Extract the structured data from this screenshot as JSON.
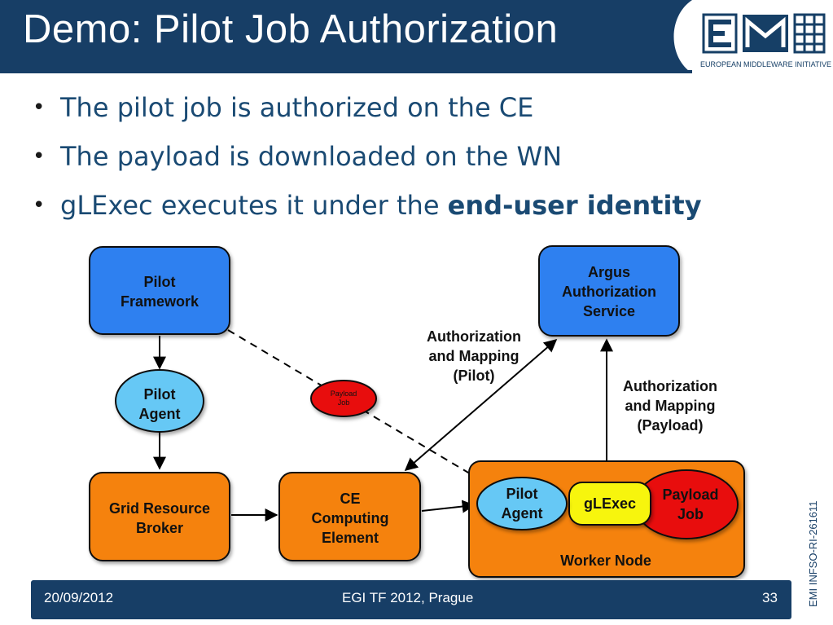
{
  "slide": {
    "title": "Demo: Pilot Job Authorization",
    "logo_text": "EUROPEAN MIDDLEWARE INITIATIVE",
    "bullets": [
      {
        "text": "The pilot job is authorized on the CE"
      },
      {
        "text": "The payload is downloaded on the WN"
      },
      {
        "text": "gLExec executes it under the ",
        "bold": "end-user identity"
      }
    ]
  },
  "diagram": {
    "pilot_framework": [
      "Pilot",
      "Framework"
    ],
    "argus": [
      "Argus",
      "Authorization",
      "Service"
    ],
    "pilot_agent_top": [
      "Pilot",
      "Agent"
    ],
    "payload_job_small": [
      "Payload",
      "Job"
    ],
    "grid_broker": [
      "Grid Resource",
      "Broker"
    ],
    "ce": [
      "CE",
      "Computing",
      "Element"
    ],
    "pilot_agent_wn": [
      "Pilot",
      "Agent"
    ],
    "glexec": "gLExec",
    "payload_job_big": [
      "Payload",
      "Job"
    ],
    "worker_node": "Worker Node",
    "auth_pilot": [
      "Authorization",
      "and Mapping",
      "(Pilot)"
    ],
    "auth_payload": [
      "Authorization",
      "and Mapping",
      "(Payload)"
    ]
  },
  "footer": {
    "date": "20/09/2012",
    "event": "EGI TF 2012, Prague",
    "page": "33"
  },
  "side_label": "EMI INFSO-RI-261611",
  "colors": {
    "header": "#173e66",
    "blue_box": "#2f80f0",
    "light_blue": "#66c8f5",
    "orange": "#f5820c",
    "red": "#e80c0c",
    "yellow": "#f7f510"
  }
}
